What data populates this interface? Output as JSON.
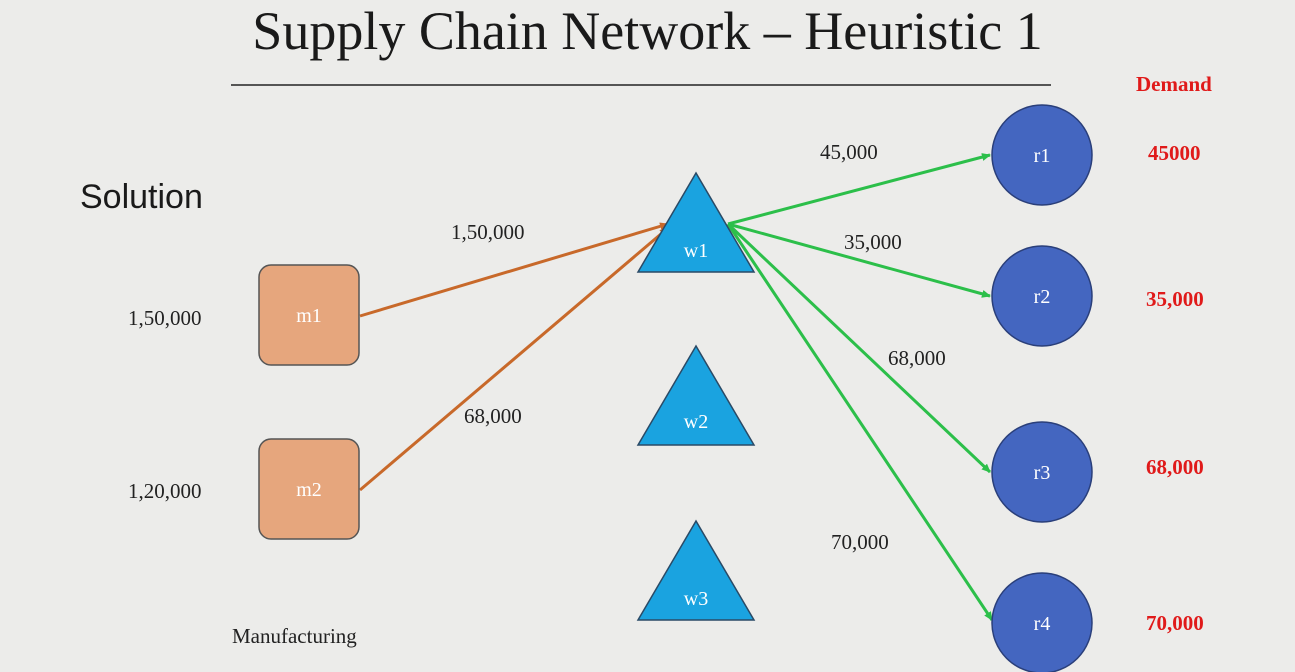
{
  "title": "Supply Chain Network – Heuristic 1",
  "section_label": "Solution",
  "footer_label": "Manufacturing",
  "demand_header": "Demand",
  "colors": {
    "manufacturer_fill": "#e6a67d",
    "warehouse_fill": "#1aa3e0",
    "retailer_fill": "#4466c0",
    "flow_m_to_w": "#c8692a",
    "flow_w_to_r": "#2cbf4a",
    "demand_text": "#e01a1a"
  },
  "manufacturers": [
    {
      "id": "m1",
      "capacity": "1,50,000"
    },
    {
      "id": "m2",
      "capacity": "1,20,000"
    }
  ],
  "warehouses": [
    {
      "id": "w1"
    },
    {
      "id": "w2"
    },
    {
      "id": "w3"
    }
  ],
  "retailers": [
    {
      "id": "r1",
      "demand": "45000"
    },
    {
      "id": "r2",
      "demand": "35,000"
    },
    {
      "id": "r3",
      "demand": "68,000"
    },
    {
      "id": "r4",
      "demand": "70,000"
    }
  ],
  "flows": [
    {
      "from": "m1",
      "to": "w1",
      "amount": "1,50,000"
    },
    {
      "from": "m2",
      "to": "w1",
      "amount": "68,000"
    },
    {
      "from": "w1",
      "to": "r1",
      "amount": "45,000"
    },
    {
      "from": "w1",
      "to": "r2",
      "amount": "35,000"
    },
    {
      "from": "w1",
      "to": "r3",
      "amount": "68,000"
    },
    {
      "from": "w1",
      "to": "r4",
      "amount": "70,000"
    }
  ]
}
